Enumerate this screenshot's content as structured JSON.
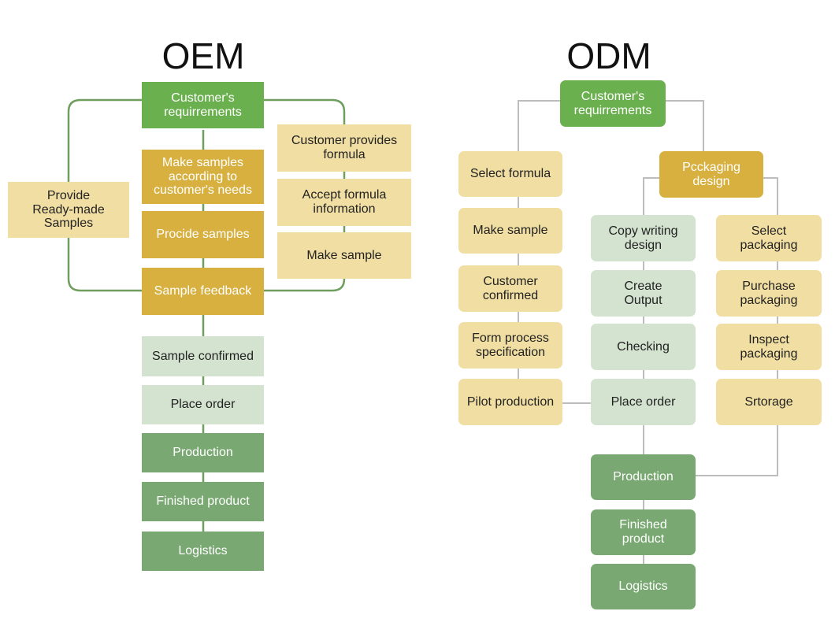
{
  "oem": {
    "title": "OEM",
    "customer_requirements": "Customer's\nrequirrements",
    "provide_ready_made": "Provide\nReady-made\nSamples",
    "make_samples": "Make samples\naccording to\ncustomer's needs",
    "provide_samples": "Procide samples",
    "sample_feedback": "Sample feedback",
    "customer_provides_formula": "Customer provides\nformula",
    "accept_formula": "Accept formula\ninformation",
    "make_sample": "Make sample",
    "sample_confirmed": "Sample confirmed",
    "place_order": "Place order",
    "production": "Production",
    "finished_product": "Finished product",
    "logistics": "Logistics"
  },
  "odm": {
    "title": "ODM",
    "customer_requirements": "Customer's\nrequirrements",
    "select_formula": "Select formula",
    "make_sample": "Make sample",
    "customer_confirmed": "Customer\nconfirmed",
    "form_process": "Form process\nspecification",
    "pilot_production": "Pilot production",
    "packaging_design": "Pcckaging\ndesign",
    "copy_writing": "Copy writing\ndesign",
    "create_output": "Create\nOutput",
    "checking": "Checking",
    "place_order": "Place order",
    "select_packaging": "Select\npackaging",
    "purchase_packaging": "Purchase\npackaging",
    "inspect_packaging": "Inspect\npackaging",
    "storage": "Srtorage",
    "production": "Production",
    "finished_product": "Finished\nproduct",
    "logistics": "Logistics"
  },
  "colors": {
    "green_dark": "#6ab04e",
    "green_mid": "#7aa872",
    "green_pale": "#d4e3d0",
    "yellow_dark": "#d7b040",
    "yellow_pale": "#f1dea3",
    "oem_line": "#6f9e5f",
    "odm_line": "#bdbdbd"
  }
}
